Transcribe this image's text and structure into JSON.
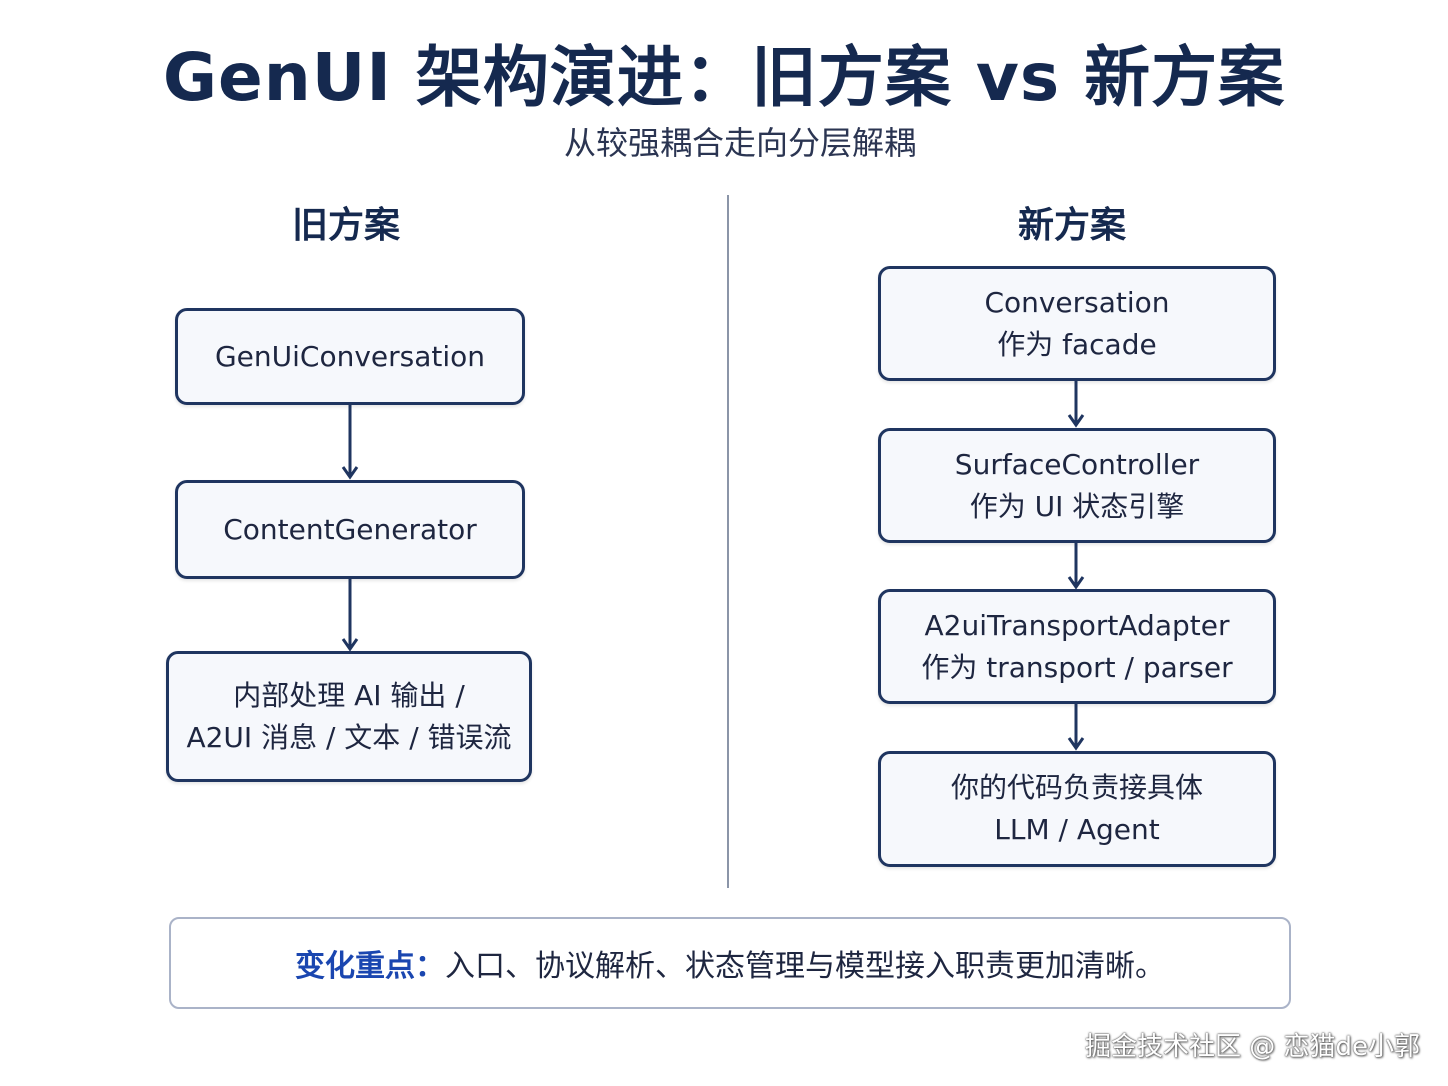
{
  "title": "GenUI 架构演进：旧方案 vs 新方案",
  "subtitle": "从较强耦合走向分层解耦",
  "old": {
    "heading": "旧方案",
    "boxes": [
      {
        "line1": "GenUiConversation"
      },
      {
        "line1": "ContentGenerator"
      },
      {
        "line1": "内部处理 AI 输出 /",
        "line2": "A2UI 消息 / 文本 / 错误流"
      }
    ]
  },
  "new": {
    "heading": "新方案",
    "boxes": [
      {
        "line1": "Conversation",
        "line2": "作为 facade"
      },
      {
        "line1": "SurfaceController",
        "line2": "作为 UI 状态引擎"
      },
      {
        "line1": "A2uiTransportAdapter",
        "line2": "作为 transport / parser"
      },
      {
        "line1": "你的代码负责接具体",
        "line2": "LLM / Agent"
      }
    ]
  },
  "footer": {
    "key": "变化重点：",
    "text": "入口、协议解析、状态管理与模型接入职责更加清晰。"
  },
  "watermark": "掘金技术社区 @ 恋猫de小郭",
  "colors": {
    "border": "#1f3560",
    "title": "#15294f",
    "accent": "#1a46b0",
    "box_fill": "#f6f8fc"
  }
}
